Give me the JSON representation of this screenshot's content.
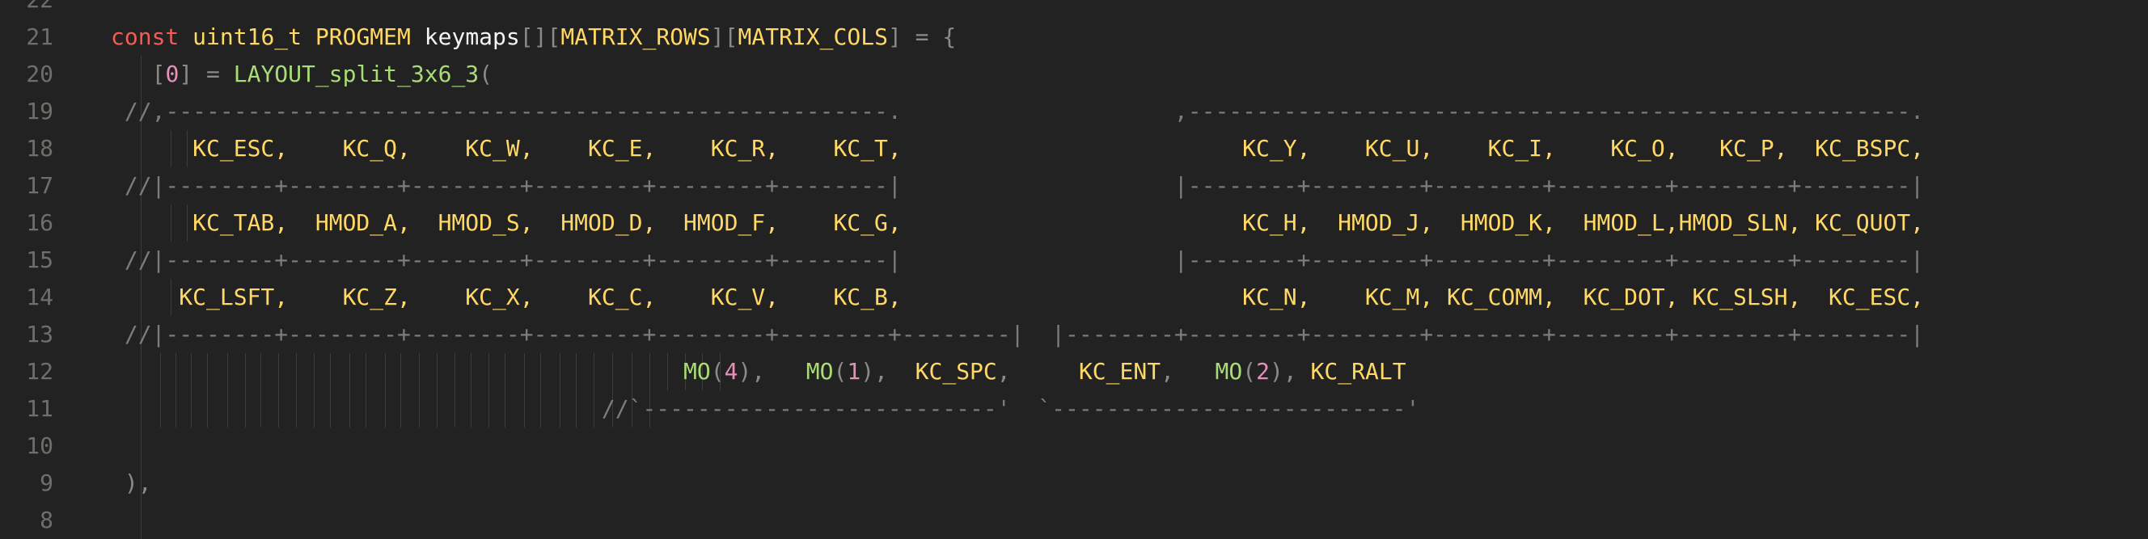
{
  "editor": {
    "theme": {
      "background": "#222222",
      "keyword": "#f25c54",
      "type": "#ffd866",
      "function": "#a9dc76",
      "number": "#e690b9",
      "comment": "#7c7c78",
      "line_number": "#6e6e6a"
    },
    "lines": [
      {
        "num": "22",
        "segments": []
      },
      {
        "num": "21",
        "segments": [
          {
            "text": "const",
            "cls": "kw"
          },
          {
            "text": " ",
            "cls": "pu"
          },
          {
            "text": "uint16_t",
            "cls": "ty"
          },
          {
            "text": " ",
            "cls": "pu"
          },
          {
            "text": "PROGMEM",
            "cls": "ty"
          },
          {
            "text": " ",
            "cls": "pu"
          },
          {
            "text": "keymaps",
            "cls": "id"
          },
          {
            "text": "[][",
            "cls": "pu"
          },
          {
            "text": "MATRIX_ROWS",
            "cls": "yl"
          },
          {
            "text": "][",
            "cls": "pu"
          },
          {
            "text": "MATRIX_COLS",
            "cls": "yl"
          },
          {
            "text": "]",
            "cls": "pu"
          },
          {
            "text": " = ",
            "cls": "pu"
          },
          {
            "text": "{",
            "cls": "pu"
          }
        ]
      },
      {
        "num": "20",
        "segments": [
          {
            "text": "   [",
            "cls": "pu"
          },
          {
            "text": "0",
            "cls": "nu"
          },
          {
            "text": "] = ",
            "cls": "pu"
          },
          {
            "text": "LAYOUT_split_3x6_3",
            "cls": "fn"
          },
          {
            "text": "(",
            "cls": "pu"
          }
        ]
      },
      {
        "num": "19",
        "segments": [
          {
            "text": " //,-----------------------------------------------------.                    ,-----------------------------------------------------.",
            "cls": "cm"
          }
        ]
      },
      {
        "num": "18",
        "segments": [
          {
            "text": "      KC_ESC,    KC_Q,    KC_W,    KC_E,    KC_R,    KC_T,                         KC_Y,    KC_U,    KC_I,    KC_O,   KC_P,  KC_BSPC,",
            "cls": "yl"
          }
        ]
      },
      {
        "num": "17",
        "segments": [
          {
            "text": " //|--------+--------+--------+--------+--------+--------|                    |--------+--------+--------+--------+--------+--------|",
            "cls": "cm"
          }
        ]
      },
      {
        "num": "16",
        "segments": [
          {
            "text": "      KC_TAB,  HMOD_A,  HMOD_S,  HMOD_D,  HMOD_F,    KC_G,                         KC_H,  HMOD_J,  HMOD_K,  HMOD_L,HMOD_SLN, KC_QUOT,",
            "cls": "yl"
          }
        ]
      },
      {
        "num": "15",
        "segments": [
          {
            "text": " //|--------+--------+--------+--------+--------+--------|                    |--------+--------+--------+--------+--------+--------|",
            "cls": "cm"
          }
        ]
      },
      {
        "num": "14",
        "segments": [
          {
            "text": "     KC_LSFT,    KC_Z,    KC_X,    KC_C,    KC_V,    KC_B,                         KC_N,    KC_M, KC_COMM,  KC_DOT, KC_SLSH,  KC_ESC,",
            "cls": "yl"
          }
        ]
      },
      {
        "num": "13",
        "segments": [
          {
            "text": " //|--------+--------+--------+--------+--------+--------+--------|  |--------+--------+--------+--------+--------+--------+--------|",
            "cls": "cm"
          }
        ]
      },
      {
        "num": "12",
        "segments": [
          {
            "text": "                                          ",
            "cls": "pu"
          },
          {
            "text": "MO",
            "cls": "fn"
          },
          {
            "text": "(",
            "cls": "pu"
          },
          {
            "text": "4",
            "cls": "nu"
          },
          {
            "text": "),   ",
            "cls": "pu"
          },
          {
            "text": "MO",
            "cls": "fn"
          },
          {
            "text": "(",
            "cls": "pu"
          },
          {
            "text": "1",
            "cls": "nu"
          },
          {
            "text": "),  ",
            "cls": "pu"
          },
          {
            "text": "KC_SPC",
            "cls": "yl"
          },
          {
            "text": ",     ",
            "cls": "pu"
          },
          {
            "text": "KC_ENT",
            "cls": "yl"
          },
          {
            "text": ",   ",
            "cls": "pu"
          },
          {
            "text": "MO",
            "cls": "fn"
          },
          {
            "text": "(",
            "cls": "pu"
          },
          {
            "text": "2",
            "cls": "nu"
          },
          {
            "text": "), ",
            "cls": "pu"
          },
          {
            "text": "KC_RALT",
            "cls": "yl"
          }
        ]
      },
      {
        "num": "11",
        "segments": [
          {
            "text": "                                    //`--------------------------'  `--------------------------'",
            "cls": "cm"
          }
        ]
      },
      {
        "num": "10",
        "segments": []
      },
      {
        "num": "9",
        "segments": [
          {
            "text": " ),",
            "cls": "pu"
          }
        ]
      },
      {
        "num": "8",
        "segments": []
      }
    ]
  }
}
